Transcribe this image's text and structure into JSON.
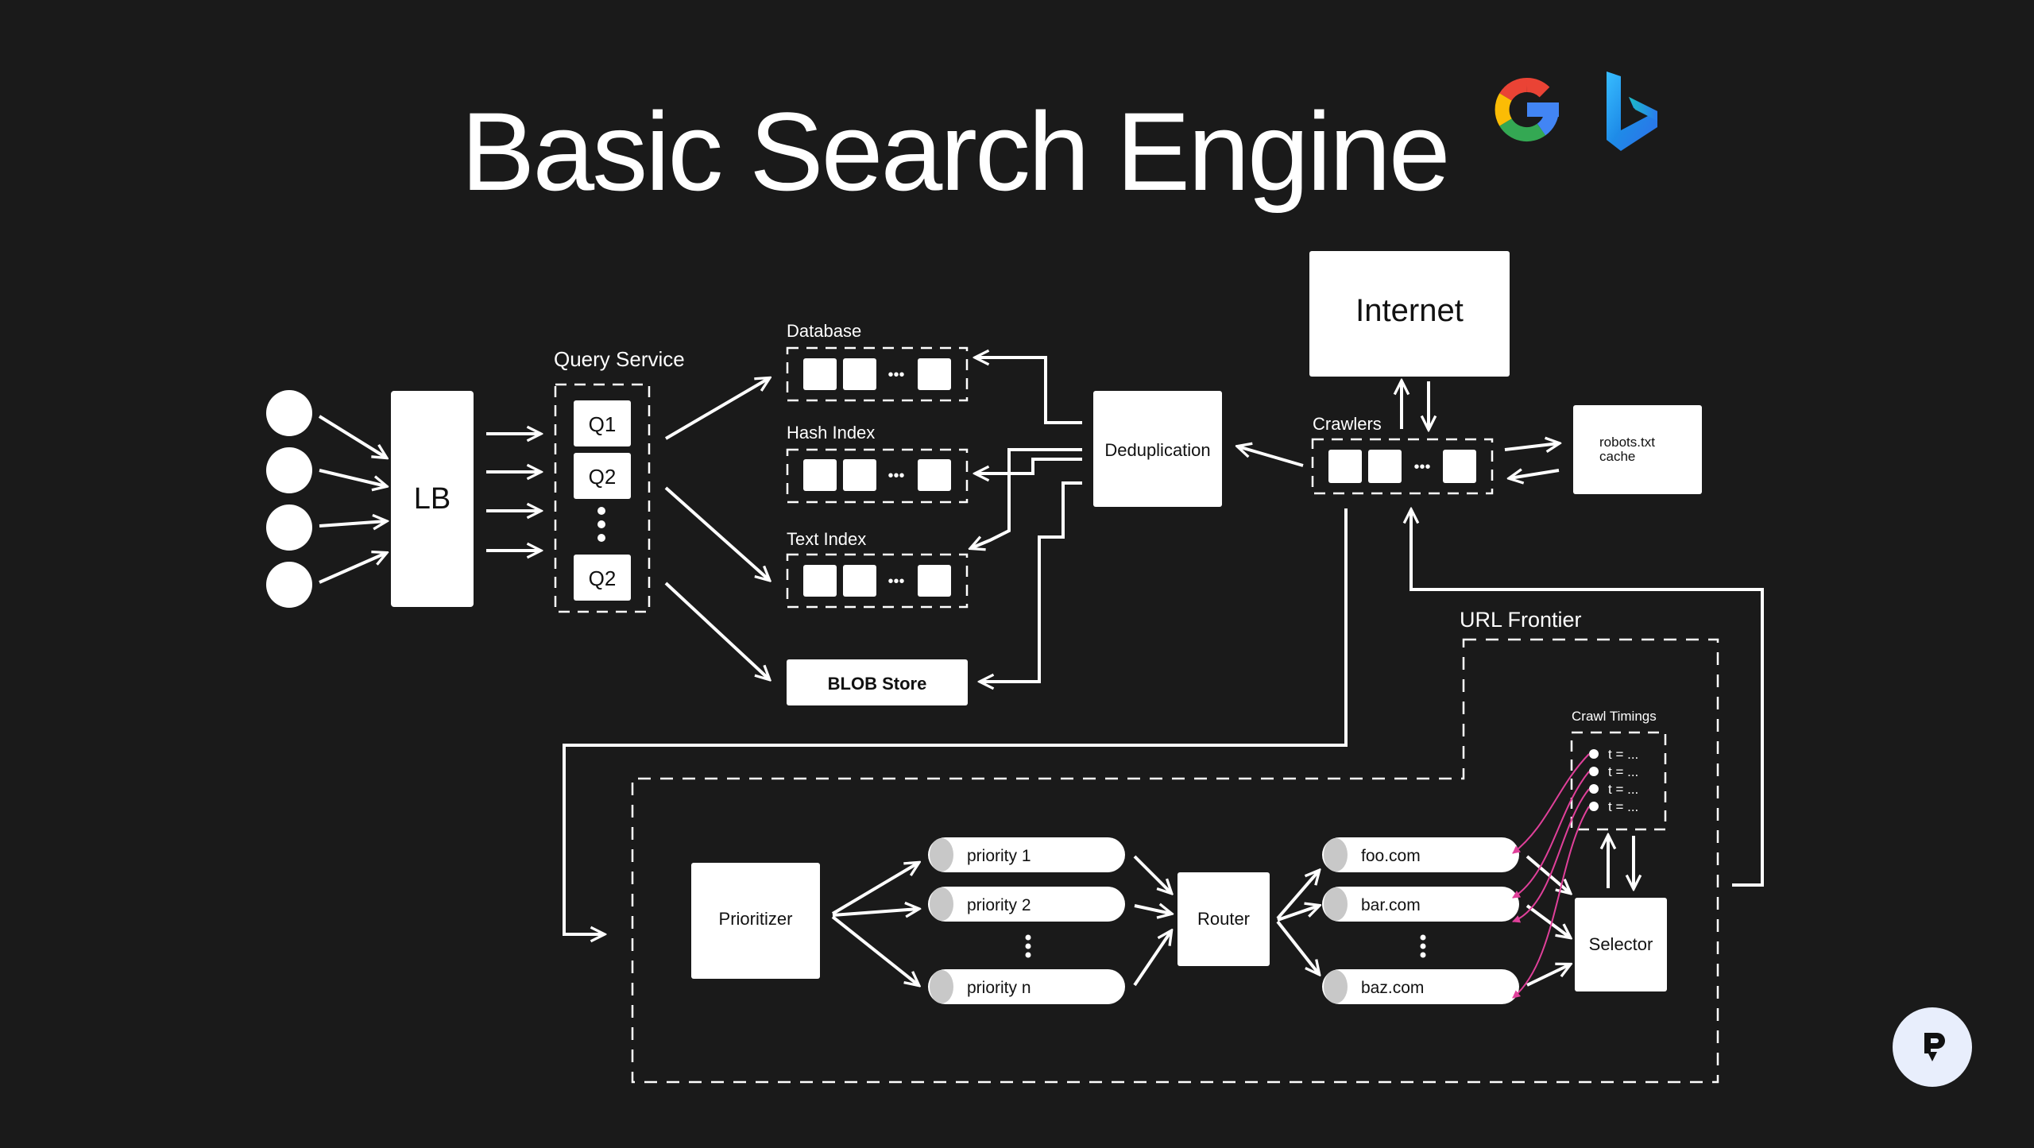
{
  "title": "Basic Search Engine",
  "logos": {
    "google": "google-logo",
    "bing": "bing-logo"
  },
  "labels": {
    "lb": "LB",
    "query_service": "Query Service",
    "queries": [
      "Q1",
      "Q2",
      "Q2"
    ],
    "database": "Database",
    "hash_index": "Hash Index",
    "text_index": "Text Index",
    "ellipsis": "•••",
    "blob_store": "BLOB Store",
    "deduplication": "Deduplication",
    "internet": "Internet",
    "crawlers": "Crawlers",
    "robots_cache": [
      "robots.txt",
      "cache"
    ],
    "url_frontier": "URL Frontier",
    "crawl_timings": "Crawl Timings",
    "timings": [
      "t = ...",
      "t = ...",
      "t = ...",
      "t = ..."
    ],
    "prioritizer": "Prioritizer",
    "priority_queues": [
      "priority 1",
      "priority 2",
      "priority n"
    ],
    "router": "Router",
    "domain_queues": [
      "foo.com",
      "bar.com",
      "baz.com"
    ],
    "selector": "Selector"
  },
  "colors": {
    "background": "#1a1a1a",
    "foreground": "#ffffff",
    "accent_pink": "#e0409a",
    "help_button": "#e8eefc"
  },
  "icons": {
    "help": "help-icon"
  }
}
